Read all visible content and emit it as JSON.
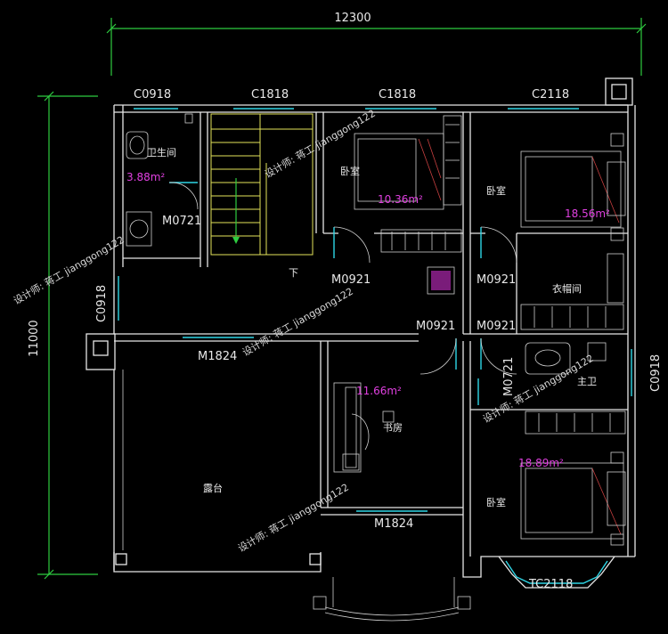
{
  "dimensions": {
    "width": "12300",
    "height": "11000"
  },
  "openings": {
    "c0918_top": "C0918",
    "c1818_a": "C1818",
    "c1818_b": "C1818",
    "c2118_top": "C2118",
    "c0918_left": "C0918",
    "c0918_right": "C0918",
    "m0721_left": "M0721",
    "m0721_right": "M0721",
    "m0921_a": "M0921",
    "m0921_b": "M0921",
    "m0921_c": "M0921",
    "m0921_d": "M0921",
    "m1824_a": "M1824",
    "m1824_b": "M1824",
    "tc2118": "TC2118"
  },
  "rooms": {
    "bathroom": {
      "name": "卫生间",
      "area": "3.88m²"
    },
    "bedroom_mid": {
      "name": "卧室",
      "area": "10.36m²"
    },
    "bedroom_ne": {
      "name": "卧室",
      "area": "18.56m²"
    },
    "closet": {
      "name": "衣帽间"
    },
    "master_bath": {
      "name": "主卫"
    },
    "study": {
      "name": "书房",
      "area": "11.66m²"
    },
    "bedroom_se": {
      "name": "卧室",
      "area": "18.89m²"
    },
    "terrace": {
      "name": "露台"
    },
    "stair_down": "下"
  },
  "watermark": "设计师: 蒋工 jianggong122",
  "colors": {
    "walls": "#e6e6e6",
    "dimension": "#2ecc40",
    "windows": "#2fd6e6",
    "stairs": "#e3e35a",
    "area_text": "#e040e0"
  }
}
